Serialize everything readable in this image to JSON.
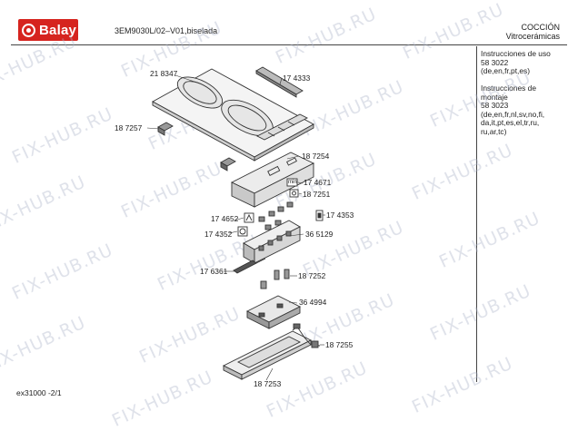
{
  "header": {
    "brand": "Balay",
    "model": "3EM9030L/02–V01,biselada",
    "category_line1": "COCCIÓN",
    "category_line2": "Vitrocerámicas"
  },
  "sidebar": {
    "instructions_use": "Instrucciones de uso\n58 3022\n(de,en,fr,pt,es)",
    "instructions_mount": "Instrucciones de\nmontaje\n58 3023\n(de,en,fr,nl,sv,no,fi,\nda,it,pt,es,el,tr,ru,\nru,ar,tc)"
  },
  "footer": {
    "page_code": "ex31000 -2/1"
  },
  "watermark_text": "FIX-HUB.RU",
  "part_labels": [
    {
      "id": "p218347",
      "text": "21 8347"
    },
    {
      "id": "p174333",
      "text": "17 4333"
    },
    {
      "id": "p187257",
      "text": "18 7257"
    },
    {
      "id": "p187254",
      "text": "18 7254"
    },
    {
      "id": "p174671",
      "text": "17 4671"
    },
    {
      "id": "p187251",
      "text": "18 7251"
    },
    {
      "id": "p174652",
      "text": "17 4652"
    },
    {
      "id": "p174353",
      "text": "17 4353"
    },
    {
      "id": "p174352",
      "text": "17 4352"
    },
    {
      "id": "p365129",
      "text": "36 5129"
    },
    {
      "id": "p176361",
      "text": "17 6361"
    },
    {
      "id": "p187252",
      "text": "18 7252"
    },
    {
      "id": "p364994",
      "text": "36 4994"
    },
    {
      "id": "p187255",
      "text": "18 7255"
    },
    {
      "id": "p187253",
      "text": "18 7253"
    }
  ],
  "icon_text": {
    "min_badge": "min"
  }
}
